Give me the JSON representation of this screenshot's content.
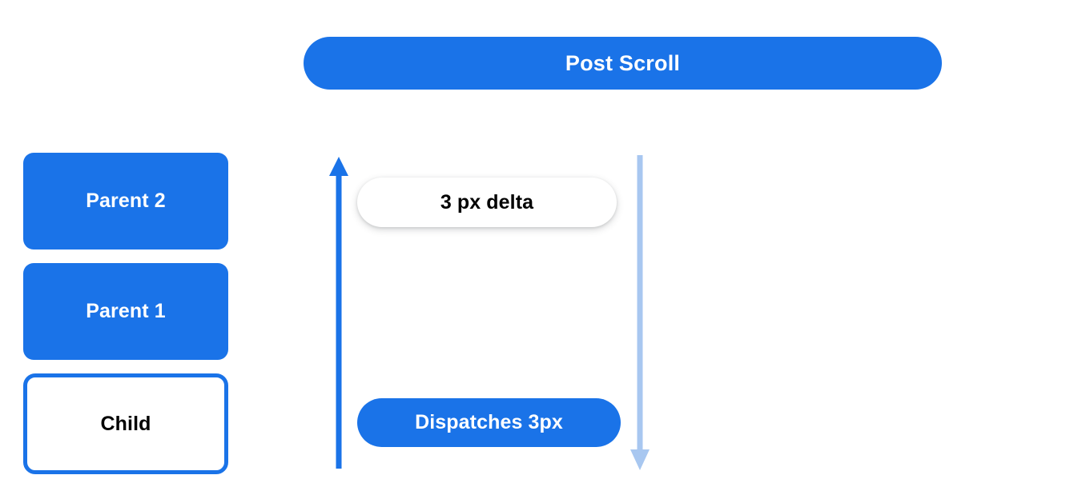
{
  "diagram": {
    "title": "Post Scroll",
    "background_color": "#ffffff",
    "accent_color": "#1a73e8",
    "light_accent_color": "#a8c7f0"
  },
  "nodes": [
    {
      "id": "parent2",
      "label": "Parent 2",
      "style": "filled"
    },
    {
      "id": "parent1",
      "label": "Parent 1",
      "style": "filled"
    },
    {
      "id": "child",
      "label": "Child",
      "style": "outlined"
    }
  ],
  "annotations": [
    {
      "id": "delta",
      "label": "3 px delta",
      "style": "white-pill"
    },
    {
      "id": "dispatch",
      "label": "Dispatches 3px",
      "style": "blue-pill"
    }
  ],
  "arrows": [
    {
      "id": "scroll-up",
      "direction": "up",
      "color": "#1a73e8",
      "icon": "arrow-up-icon"
    },
    {
      "id": "dispatch-down",
      "direction": "down",
      "color": "#a8c7f0",
      "icon": "arrow-down-icon"
    }
  ]
}
